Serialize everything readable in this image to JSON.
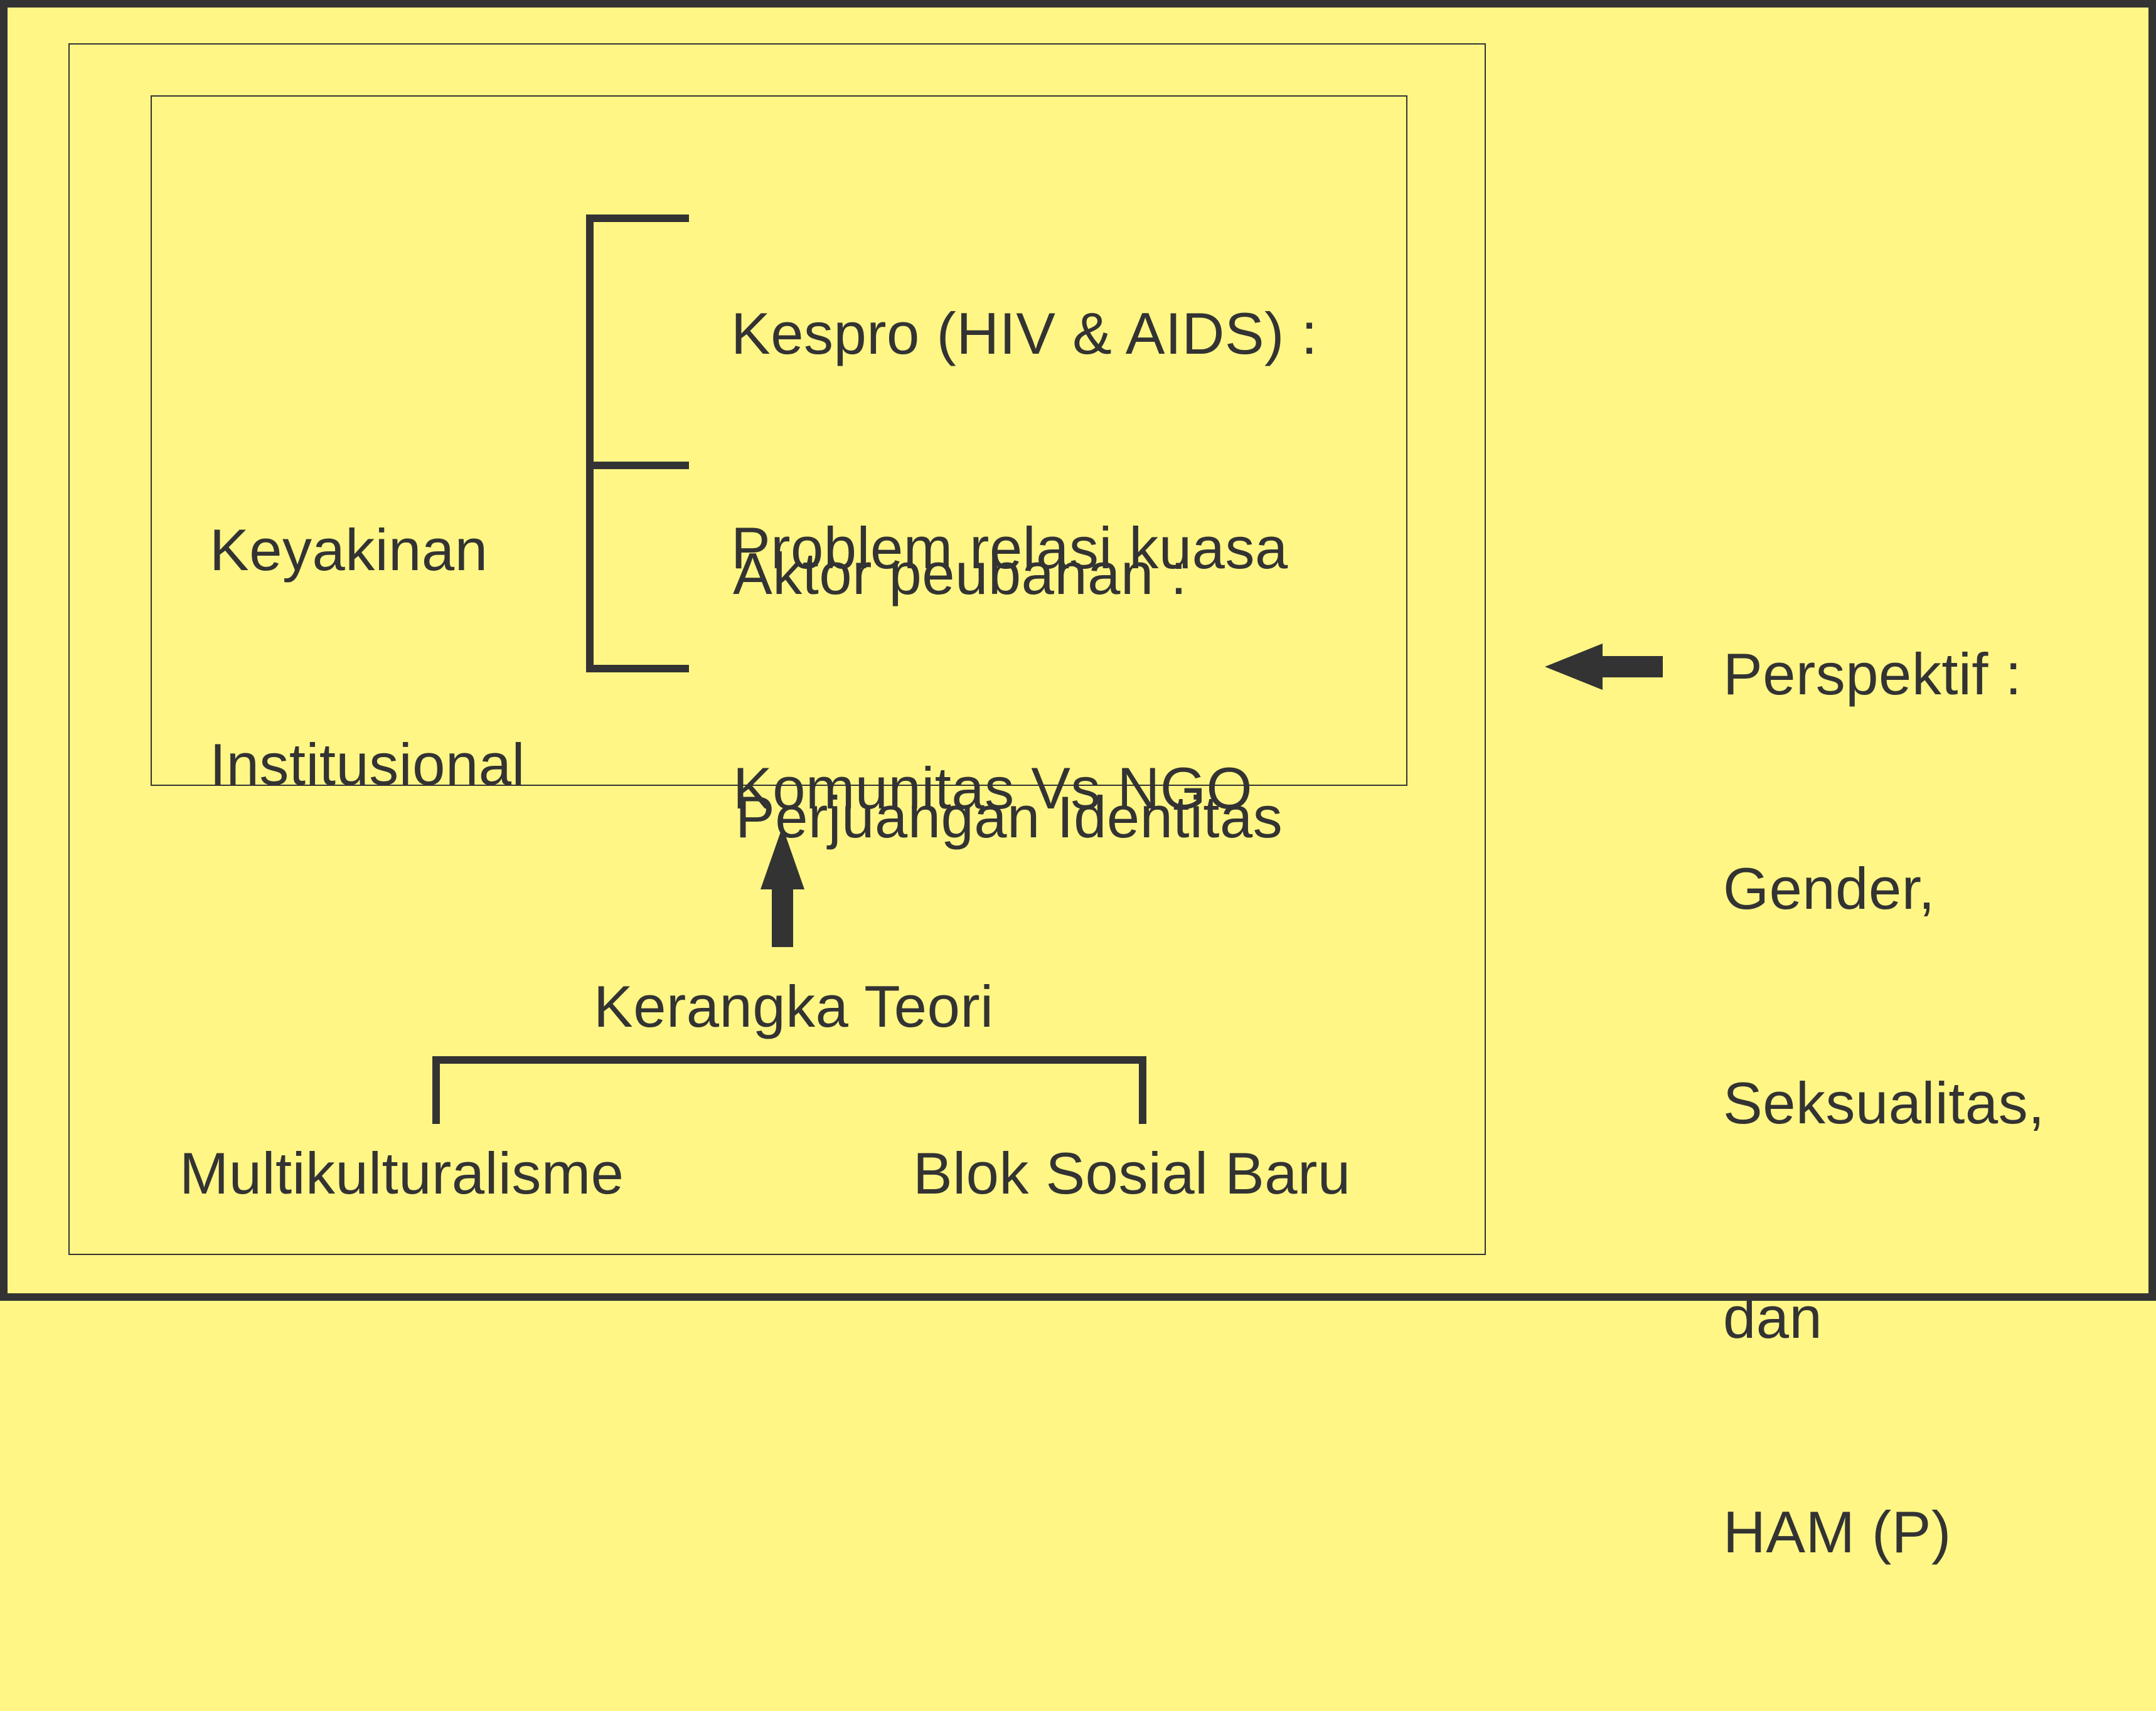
{
  "diagram": {
    "central_concept": {
      "lines": [
        "Keyakinan",
        "Institusional"
      ]
    },
    "branches": [
      {
        "lines": [
          "Kespro (HIV & AIDS) :",
          "Problem relasi kuasa"
        ]
      },
      {
        "lines": [
          "Aktor peubahan :",
          "Komunitas Vs NGO"
        ]
      },
      {
        "lines": [
          "Perjuangan Identitas"
        ]
      }
    ],
    "theory": {
      "label": "Kerangka Teori",
      "left": "Multikulturalisme",
      "right": "Blok Sosial Baru"
    },
    "perspective": {
      "lines": [
        "Perspektif :",
        "Gender,",
        "Seksualitas,",
        "dan",
        "HAM (P)"
      ]
    }
  },
  "colors": {
    "background": "#fff685",
    "ink": "#333333",
    "outer_border": "#333333"
  }
}
